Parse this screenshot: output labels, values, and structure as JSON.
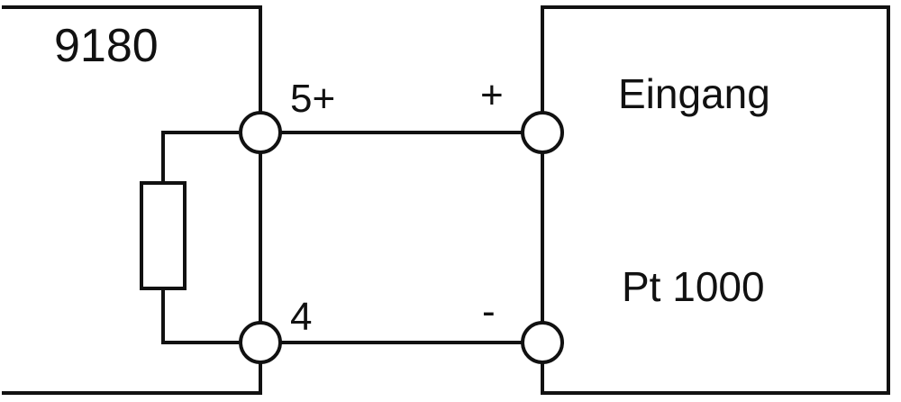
{
  "left_device": {
    "label": "9180"
  },
  "right_device": {
    "label_top": "Eingang",
    "label_bottom": "Pt 1000"
  },
  "terminals": {
    "left_top": "5+",
    "left_bottom": "4",
    "right_top": "+",
    "right_bottom": "-"
  }
}
